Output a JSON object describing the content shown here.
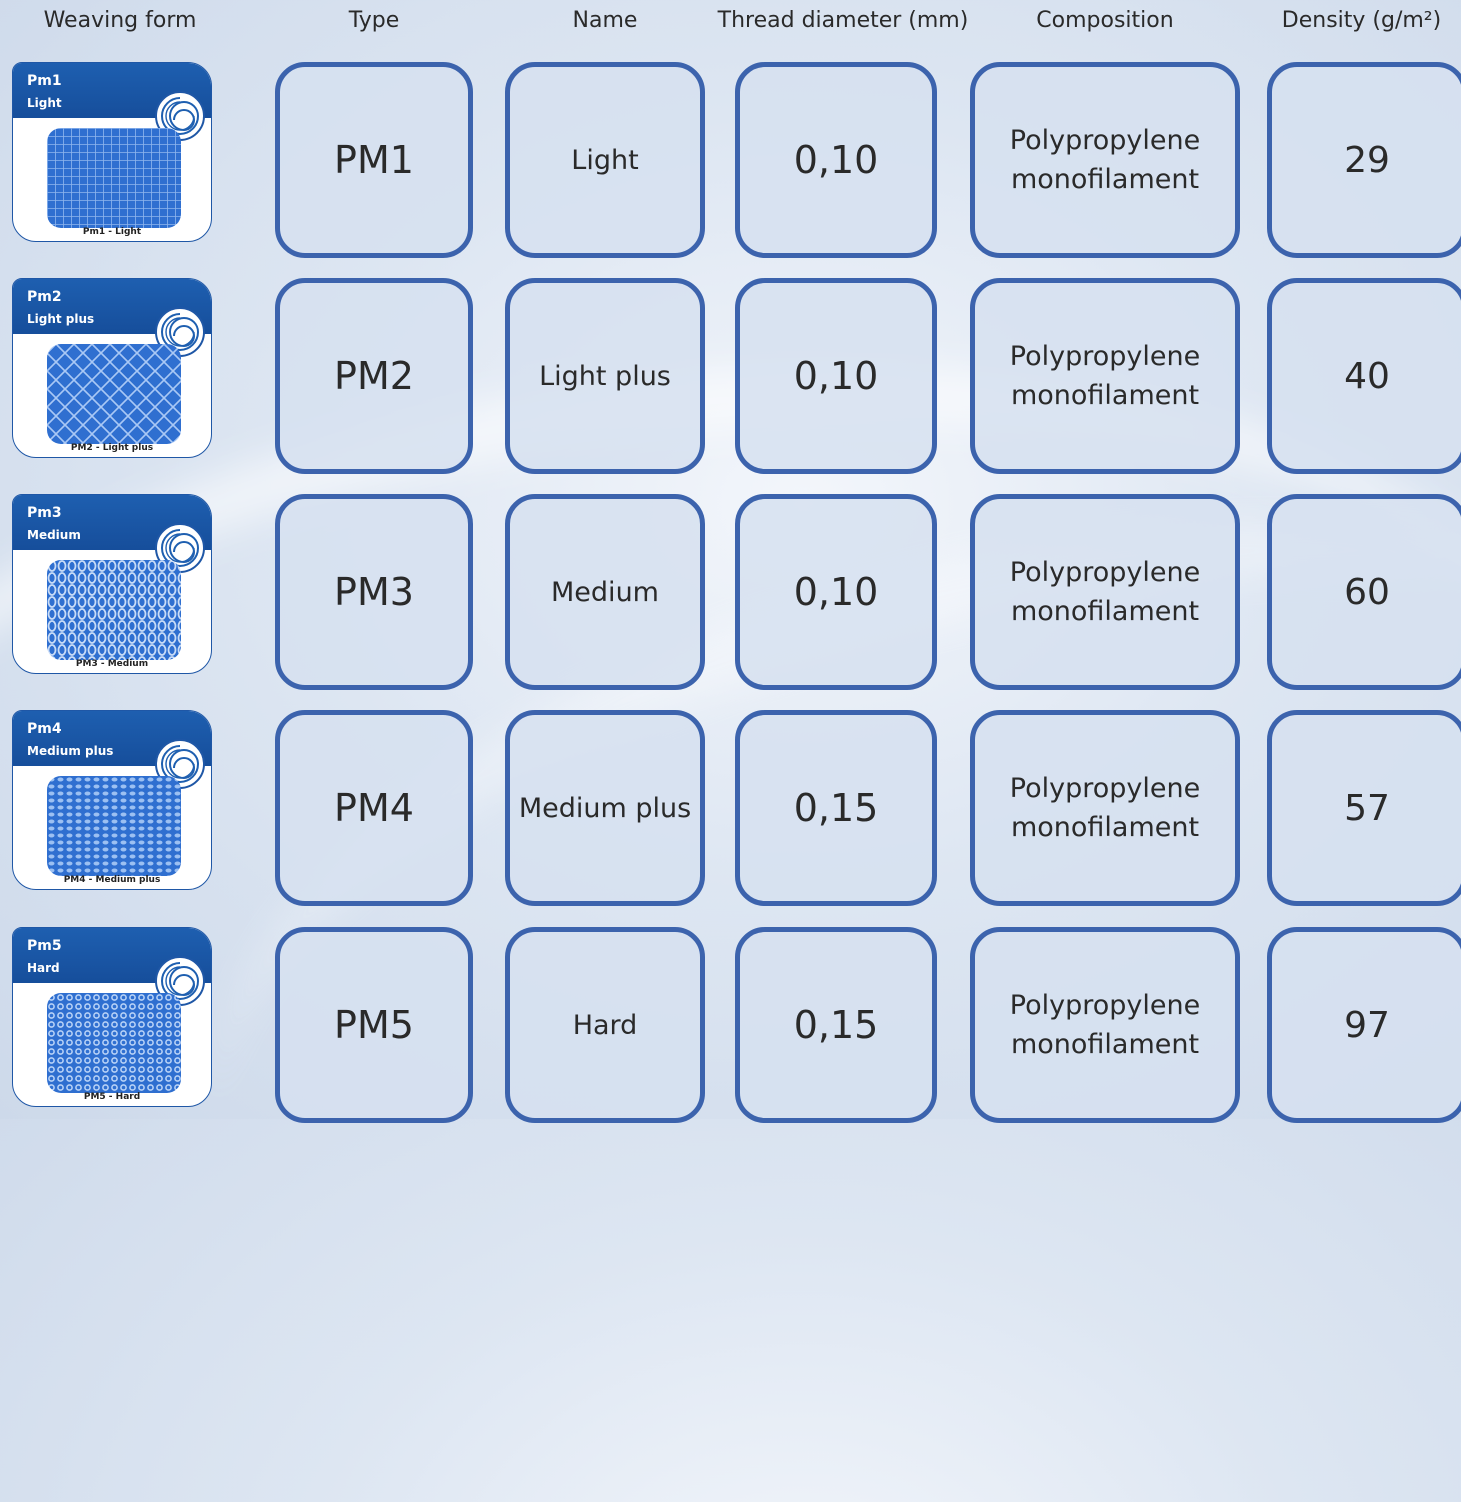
{
  "headers": {
    "weaving_form": "Weaving form",
    "type": "Type",
    "name": "Name",
    "thread_diameter": "Thread diameter (mm)",
    "composition": "Composition",
    "density": "Density (g/m²)"
  },
  "rows": [
    {
      "card_code": "Pm1",
      "card_name": "Light",
      "card_caption": "Pm1 - Light",
      "type": "PM1",
      "name": "Light",
      "diameter": "0,10",
      "composition": "Polypropylene monofilament",
      "density": "29"
    },
    {
      "card_code": "Pm2",
      "card_name": "Light plus",
      "card_caption": "PM2 - Light plus",
      "type": "PM2",
      "name": "Light plus",
      "diameter": "0,10",
      "composition": "Polypropylene monofilament",
      "density": "40"
    },
    {
      "card_code": "Pm3",
      "card_name": "Medium",
      "card_caption": "PM3 - Medium",
      "type": "PM3",
      "name": "Medium",
      "diameter": "0,10",
      "composition": "Polypropylene monofilament",
      "density": "60"
    },
    {
      "card_code": "Pm4",
      "card_name": "Medium plus",
      "card_caption": "PM4 - Medium plus",
      "type": "PM4",
      "name": "Medium plus",
      "diameter": "0,15",
      "composition": "Polypropylene monofilament",
      "density": "57"
    },
    {
      "card_code": "Pm5",
      "card_name": "Hard",
      "card_caption": "PM5 - Hard",
      "type": "PM5",
      "name": "Hard",
      "diameter": "0,15",
      "composition": "Polypropylene monofilament",
      "density": "97"
    }
  ],
  "colors": {
    "card_blue": "#1e5fb0",
    "cell_border": "#3c63ad",
    "cell_fill": "#d6e0f0",
    "mesh_blue": "#2f6fd0"
  },
  "icons": {
    "card_logo": "spiral-logo-icon",
    "swatch": "mesh-texture-icon"
  }
}
